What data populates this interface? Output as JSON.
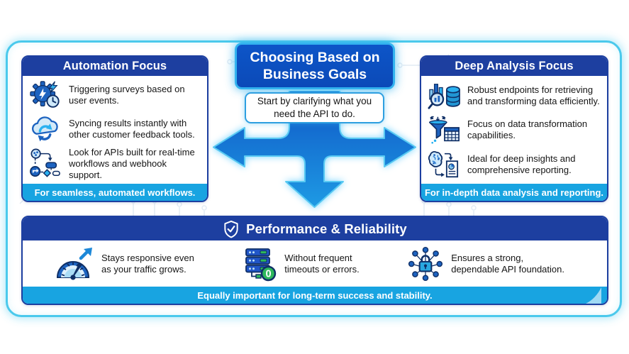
{
  "colors": {
    "frame_border": "#4ac9ec",
    "panel_border": "#1d3fa0",
    "panel_header_bg": "#1d3fa0",
    "footer_bg": "#18a4e1",
    "center_box_bg": "#0d55c8",
    "center_box_border": "#33b3ef",
    "arrow_fill_top": "#1262cd",
    "arrow_fill_bottom": "#1e90e0",
    "badge_green": "#2eb85c"
  },
  "center": {
    "title": "Choosing Based on\nBusiness Goals",
    "subtitle": "Start by clarifying what you\nneed the API to do."
  },
  "left_panel": {
    "title": "Automation Focus",
    "items": [
      {
        "icon": "gear-bolt-clock-icon",
        "text": "Triggering surveys based on\nuser events."
      },
      {
        "icon": "cloud-sync-icon",
        "text": "Syncing results instantly with\nother customer feedback tools."
      },
      {
        "icon": "workflow-icon",
        "text": "Look for APIs built for real-time\nworkflows and webhook support."
      }
    ],
    "footer": "For seamless, automated workflows."
  },
  "right_panel": {
    "title": "Deep Analysis Focus",
    "items": [
      {
        "icon": "chart-magnifier-database-icon",
        "text": "Robust endpoints for retrieving\nand transforming data efficiently."
      },
      {
        "icon": "funnel-table-icon",
        "text": "Focus on data transformation\ncapabilities."
      },
      {
        "icon": "brain-report-icon",
        "text": "Ideal for deep insights and\ncomprehensive reporting."
      }
    ],
    "footer": "For in-depth data analysis and reporting."
  },
  "bottom_panel": {
    "title": "Performance & Reliability",
    "title_icon": "shield-check-icon",
    "server_badge": "0",
    "items": [
      {
        "icon": "gauge-icon",
        "text": "Stays responsive even\nas your traffic grows."
      },
      {
        "icon": "server-stack-icon",
        "text": "Without frequent\ntimeouts or errors."
      },
      {
        "icon": "network-lock-icon",
        "text": "Ensures a strong,\ndependable API foundation."
      }
    ],
    "footer": "Equally important for long-term success and stability."
  }
}
